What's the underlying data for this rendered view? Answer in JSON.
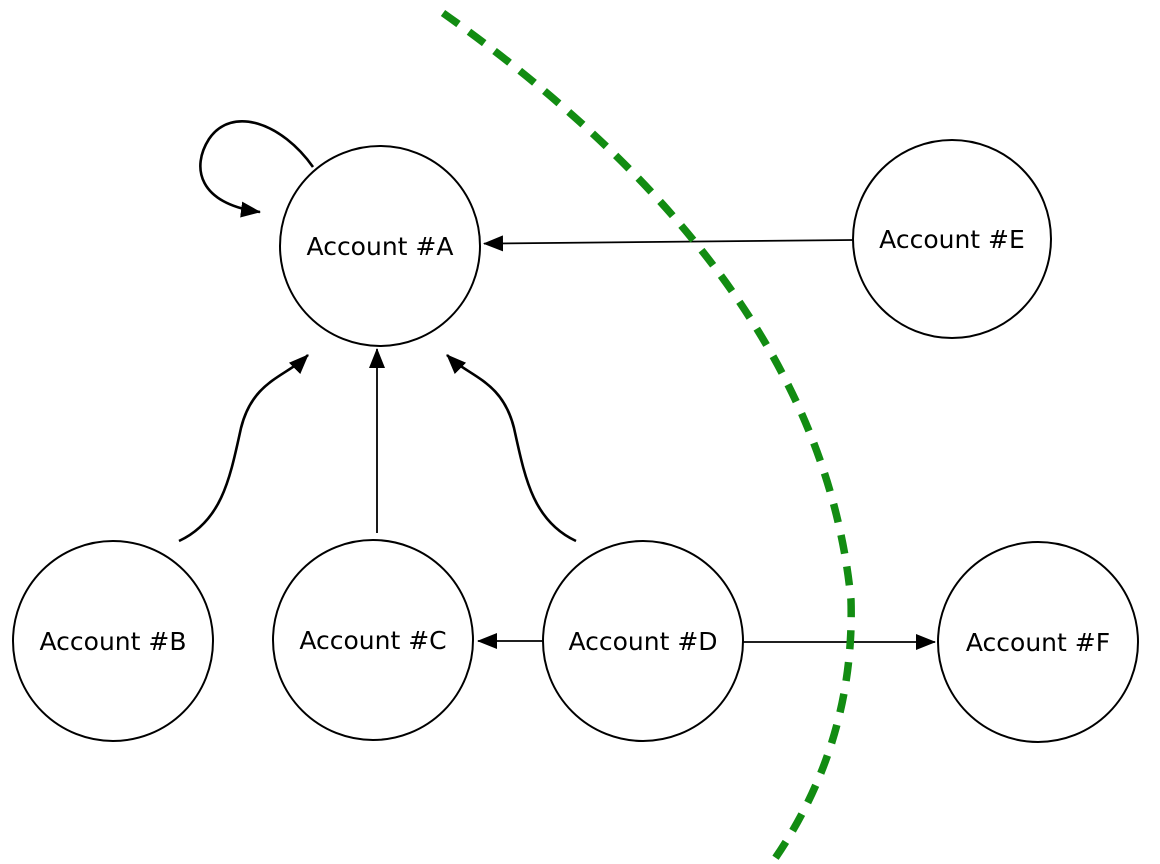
{
  "diagram": {
    "type": "directed-account-graph",
    "nodes": [
      {
        "id": "A",
        "label": "Account #A"
      },
      {
        "id": "B",
        "label": "Account #B"
      },
      {
        "id": "C",
        "label": "Account #C"
      },
      {
        "id": "D",
        "label": "Account #D"
      },
      {
        "id": "E",
        "label": "Account #E"
      },
      {
        "id": "F",
        "label": "Account #F"
      }
    ],
    "edges": [
      {
        "from": "A",
        "to": "A",
        "style": "self-loop"
      },
      {
        "from": "E",
        "to": "A",
        "style": "straight"
      },
      {
        "from": "B",
        "to": "A",
        "style": "curved"
      },
      {
        "from": "C",
        "to": "A",
        "style": "straight"
      },
      {
        "from": "D",
        "to": "A",
        "style": "curved"
      },
      {
        "from": "D",
        "to": "C",
        "style": "straight"
      },
      {
        "from": "D",
        "to": "F",
        "style": "straight"
      }
    ],
    "node_fill": "#ffffff",
    "node_stroke": "#000000",
    "edge_color": "#000000",
    "divider": {
      "style": "dashed",
      "color": "#128c12",
      "description": "green dashed boundary curve separating left group (A, B, C, D) from right group (E, F)"
    }
  }
}
